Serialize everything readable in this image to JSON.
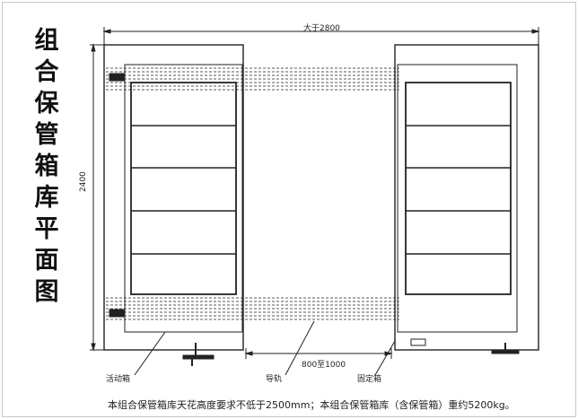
{
  "title_chars": [
    "组",
    "合",
    "保",
    "管",
    "箱",
    "库",
    "平",
    "面",
    "图"
  ],
  "dimensions": {
    "width_total": "大于2800",
    "height_total": "2400",
    "gap": "800至1000"
  },
  "labels": {
    "movable_box": "活动箱",
    "guide_rail": "导轨",
    "fixed_box": "固定箱"
  },
  "caption": "本组合保管箱库天花高度要求不低于2500mm；本组合保管箱库（含保管箱）重约5200kg。",
  "drawer_count_per_box": 5
}
